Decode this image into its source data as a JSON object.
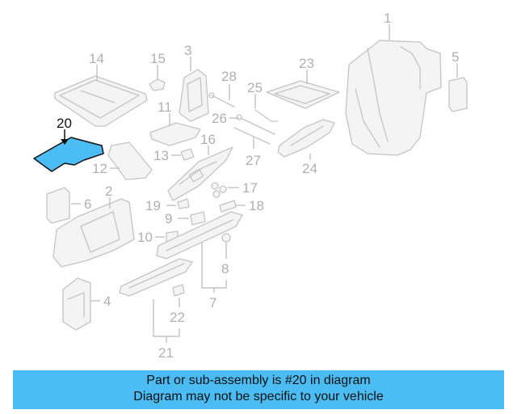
{
  "callouts": {
    "n1": "1",
    "n2": "2",
    "n3": "3",
    "n4": "4",
    "n5": "5",
    "n6": "6",
    "n7": "7",
    "n8": "8",
    "n9": "9",
    "n10": "10",
    "n11": "11",
    "n12": "12",
    "n13": "13",
    "n14": "14",
    "n15": "15",
    "n16": "16",
    "n17": "17",
    "n18": "18",
    "n19": "19",
    "n20": "20",
    "n21": "21",
    "n22": "22",
    "n23": "23",
    "n24": "24",
    "n25": "25",
    "n26": "26",
    "n27": "27",
    "n28": "28"
  },
  "highlight": {
    "part": "20",
    "color": "#4bbcf4"
  },
  "banner": {
    "line1": "Part or sub-assembly is #20 in diagram",
    "line2": "Diagram may not be specific to your vehicle",
    "color": "#4bbcf4"
  }
}
